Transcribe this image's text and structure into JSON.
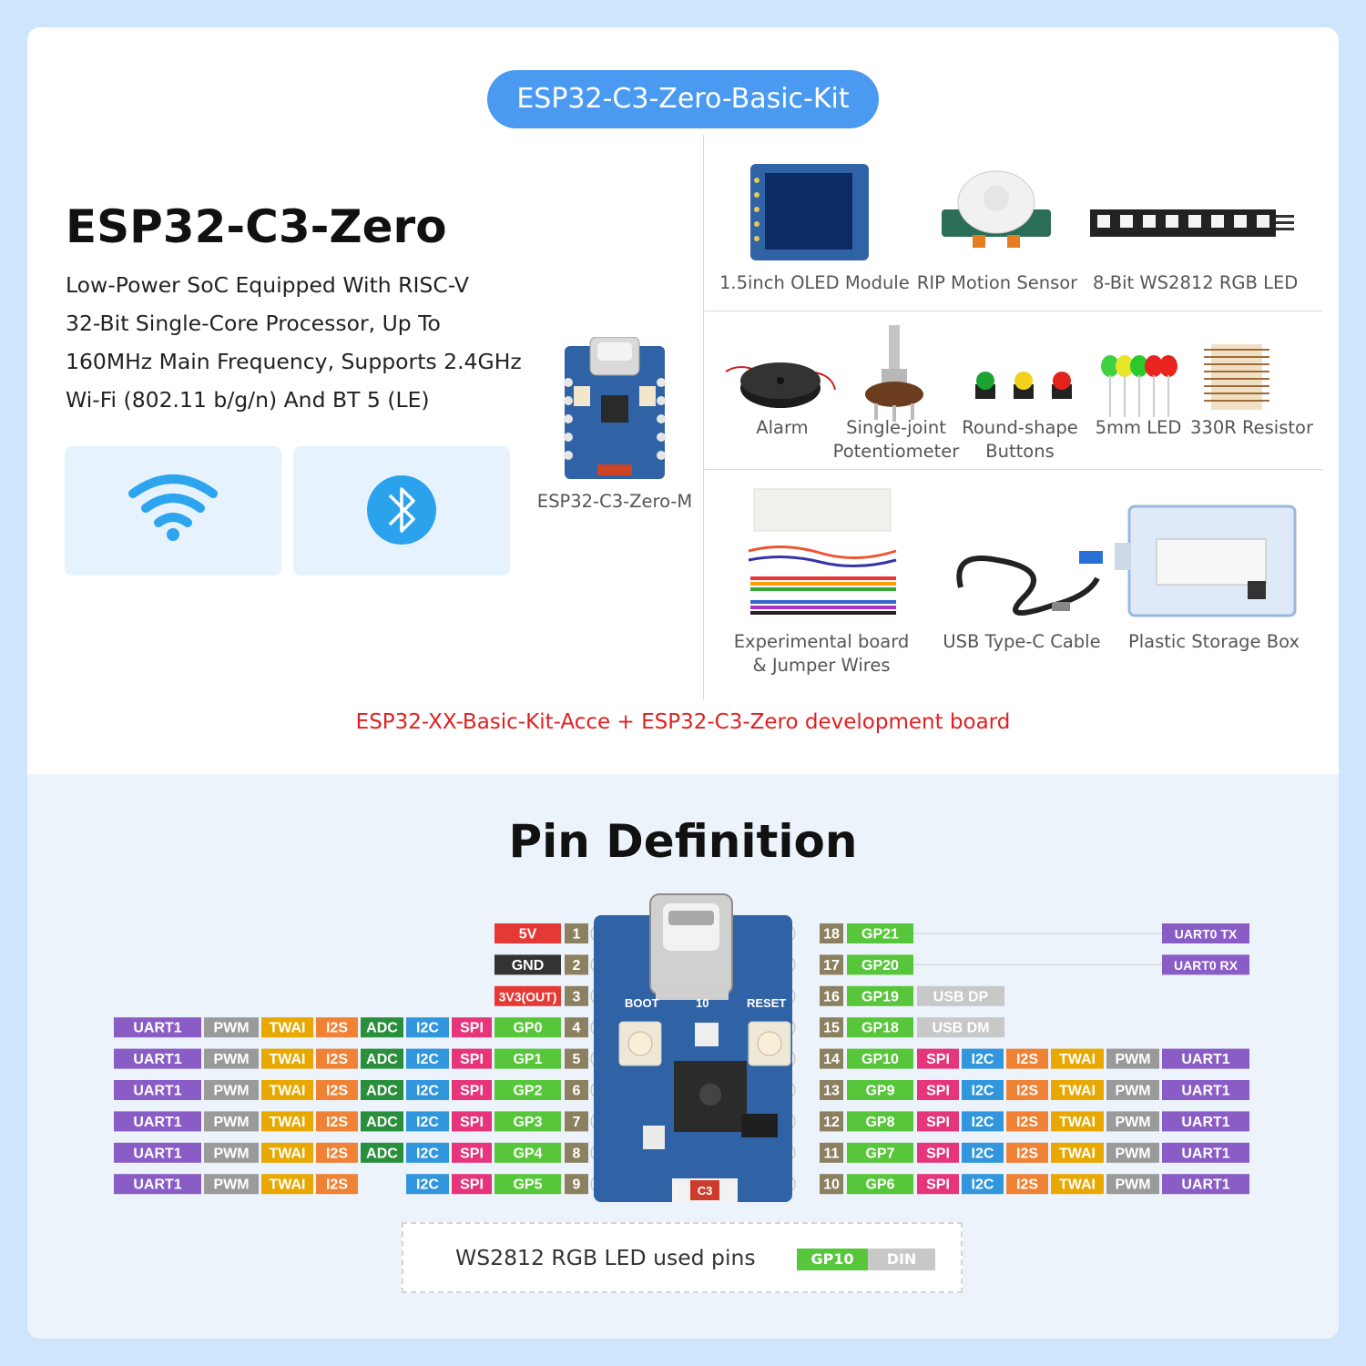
{
  "kit_title": "ESP32-C3-Zero-Basic-Kit",
  "product": {
    "name": "ESP32-C3-Zero",
    "description": [
      "Low-Power SoC Equipped With RISC-V",
      "32-Bit Single-Core Processor, Up To",
      "160MHz Main Frequency, Supports 2.4GHz",
      "Wi-Fi (802.11 b/g/n) And BT 5 (LE)"
    ],
    "board_label": "ESP32-C3-Zero-M"
  },
  "kit_items": [
    "1.5inch OLED Module",
    "RIP Motion Sensor",
    "8-Bit WS2812 RGB LED",
    "Alarm",
    "Single-joint\nPotentiometer",
    "Round-shape\nButtons",
    "5mm LED",
    "330R Resistor",
    "Experimental board\n& Jumper Wires",
    "USB Type-C Cable",
    "Plastic Storage Box"
  ],
  "kit_note": "ESP32-XX-Basic-Kit-Acce + ESP32-C3-Zero development board",
  "pin_title": "Pin Definition",
  "board_silk": {
    "boot": "BOOT",
    "ten": "10",
    "reset": "RESET",
    "chip": "C3"
  },
  "colors": {
    "power5v": "#e53935",
    "gnd": "#333333",
    "v33": "#e53935",
    "gpio": "#58c63a",
    "spi": "#e6357a",
    "i2c": "#3296dc",
    "adc": "#2a8f3c",
    "i2s": "#ef8235",
    "twai": "#e8a800",
    "pwm": "#9a9a9a",
    "uart": "#8a5cc6",
    "usb": "#c8c8c8",
    "num": "#8b8161"
  },
  "left_pins": [
    {
      "num": "1",
      "gpio": "5V",
      "type": "power5v",
      "funcs": []
    },
    {
      "num": "2",
      "gpio": "GND",
      "type": "gnd",
      "funcs": []
    },
    {
      "num": "3",
      "gpio": "3V3(OUT)",
      "type": "v33",
      "funcs": []
    },
    {
      "num": "4",
      "gpio": "GP0",
      "type": "gpio",
      "funcs": [
        "SPI",
        "I2C",
        "ADC",
        "I2S",
        "TWAI",
        "PWM",
        "UART1"
      ]
    },
    {
      "num": "5",
      "gpio": "GP1",
      "type": "gpio",
      "funcs": [
        "SPI",
        "I2C",
        "ADC",
        "I2S",
        "TWAI",
        "PWM",
        "UART1"
      ]
    },
    {
      "num": "6",
      "gpio": "GP2",
      "type": "gpio",
      "funcs": [
        "SPI",
        "I2C",
        "ADC",
        "I2S",
        "TWAI",
        "PWM",
        "UART1"
      ]
    },
    {
      "num": "7",
      "gpio": "GP3",
      "type": "gpio",
      "funcs": [
        "SPI",
        "I2C",
        "ADC",
        "I2S",
        "TWAI",
        "PWM",
        "UART1"
      ]
    },
    {
      "num": "8",
      "gpio": "GP4",
      "type": "gpio",
      "funcs": [
        "SPI",
        "I2C",
        "ADC",
        "I2S",
        "TWAI",
        "PWM",
        "UART1"
      ]
    },
    {
      "num": "9",
      "gpio": "GP5",
      "type": "gpio",
      "funcs": [
        "SPI",
        "I2C",
        "",
        "I2S",
        "TWAI",
        "PWM",
        "UART1"
      ]
    }
  ],
  "right_pins": [
    {
      "num": "18",
      "gpio": "GP21",
      "funcs": [],
      "uart0": "UART0 TX"
    },
    {
      "num": "17",
      "gpio": "GP20",
      "funcs": [],
      "uart0": "UART0 RX"
    },
    {
      "num": "16",
      "gpio": "GP19",
      "funcs": [
        "USB DP"
      ]
    },
    {
      "num": "15",
      "gpio": "GP18",
      "funcs": [
        "USB DM"
      ]
    },
    {
      "num": "14",
      "gpio": "GP10",
      "funcs": [
        "SPI",
        "I2C",
        "I2S",
        "TWAI",
        "PWM",
        "UART1"
      ]
    },
    {
      "num": "13",
      "gpio": "GP9",
      "funcs": [
        "SPI",
        "I2C",
        "I2S",
        "TWAI",
        "PWM",
        "UART1"
      ]
    },
    {
      "num": "12",
      "gpio": "GP8",
      "funcs": [
        "SPI",
        "I2C",
        "I2S",
        "TWAI",
        "PWM",
        "UART1"
      ]
    },
    {
      "num": "11",
      "gpio": "GP7",
      "funcs": [
        "SPI",
        "I2C",
        "I2S",
        "TWAI",
        "PWM",
        "UART1"
      ]
    },
    {
      "num": "10",
      "gpio": "GP6",
      "funcs": [
        "SPI",
        "I2C",
        "I2S",
        "TWAI",
        "PWM",
        "UART1"
      ]
    }
  ],
  "legend": {
    "text": "WS2812 RGB LED used pins",
    "gpio": "GP10",
    "signal": "DIN"
  }
}
